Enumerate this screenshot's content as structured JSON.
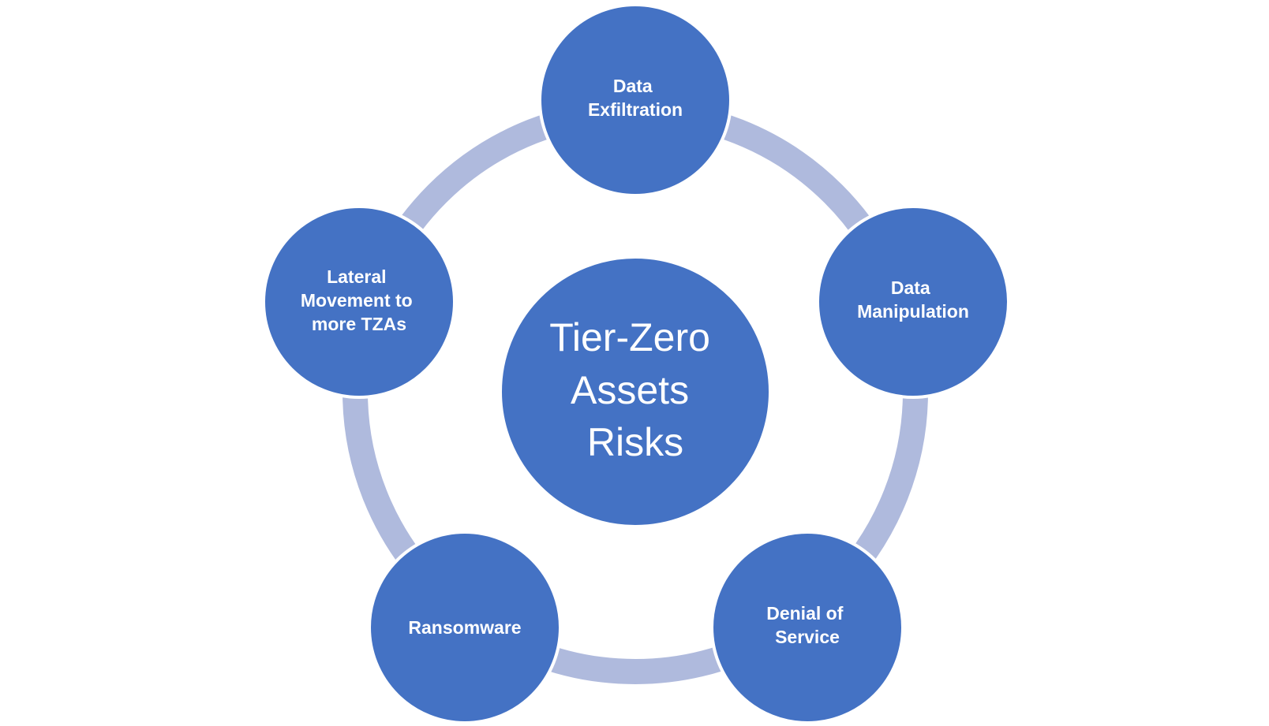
{
  "center": {
    "label_lines": [
      "Tier-Zero",
      "Assets",
      "Risks"
    ]
  },
  "nodes": [
    {
      "id": "data-exfiltration",
      "label_lines": [
        "Data",
        "Exfiltration"
      ]
    },
    {
      "id": "data-manipulation",
      "label_lines": [
        "Data",
        "Manipulation"
      ]
    },
    {
      "id": "denial-of-service",
      "label_lines": [
        "Denial of",
        "Service"
      ]
    },
    {
      "id": "ransomware",
      "label_lines": [
        "Ransomware"
      ]
    },
    {
      "id": "lateral-movement",
      "label_lines": [
        "Lateral",
        "Movement to",
        "more TZAs"
      ]
    }
  ],
  "colors": {
    "node_fill": "#4472C4",
    "ring": "#AFBADD",
    "text": "#FFFFFF",
    "background": "#FFFFFF"
  }
}
